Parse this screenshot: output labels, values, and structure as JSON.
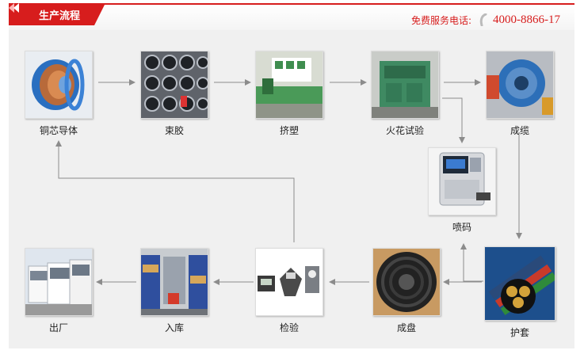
{
  "header": {
    "title": "生产流程",
    "hotline_label": "免费服务电话:",
    "hotline_number": "4000-8866-17"
  },
  "steps": [
    {
      "id": "copper",
      "label": "铜芯导体",
      "icon": "copper-coil"
    },
    {
      "id": "bundle",
      "label": "束胶",
      "icon": "bobbins"
    },
    {
      "id": "extrude",
      "label": "挤塑",
      "icon": "extrusion-line"
    },
    {
      "id": "spark",
      "label": "火花试验",
      "icon": "spark-tester"
    },
    {
      "id": "cabling",
      "label": "成缆",
      "icon": "cabling-machine"
    },
    {
      "id": "print",
      "label": "喷码",
      "icon": "inkjet-printer"
    },
    {
      "id": "sheath",
      "label": "护套",
      "icon": "cable-cross-section"
    },
    {
      "id": "coil",
      "label": "成盘",
      "icon": "cable-reel"
    },
    {
      "id": "inspect",
      "label": "检验",
      "icon": "test-instruments"
    },
    {
      "id": "store",
      "label": "入库",
      "icon": "warehouse"
    },
    {
      "id": "ship",
      "label": "出厂",
      "icon": "trucks"
    }
  ],
  "colors": {
    "accent": "#d71d1d",
    "arrow": "#8c8c8c",
    "background": "#f0f0f0"
  }
}
